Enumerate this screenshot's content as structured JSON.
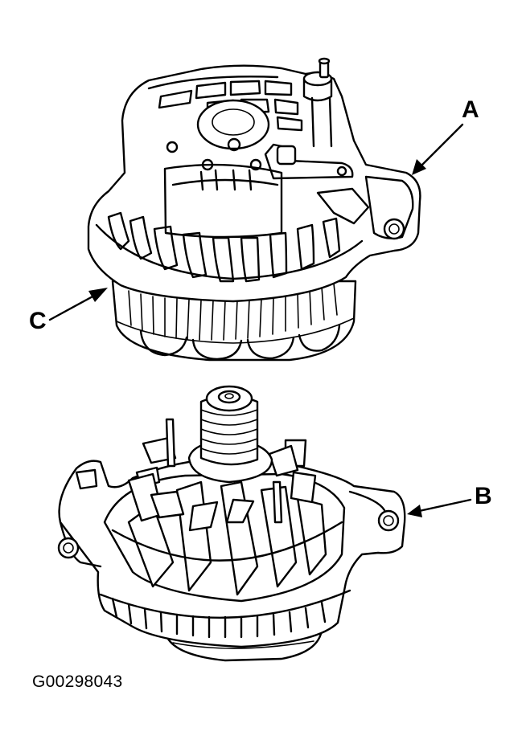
{
  "figure": {
    "id": "G00298043",
    "callouts": {
      "a": "A",
      "b": "B",
      "c": "C"
    }
  }
}
